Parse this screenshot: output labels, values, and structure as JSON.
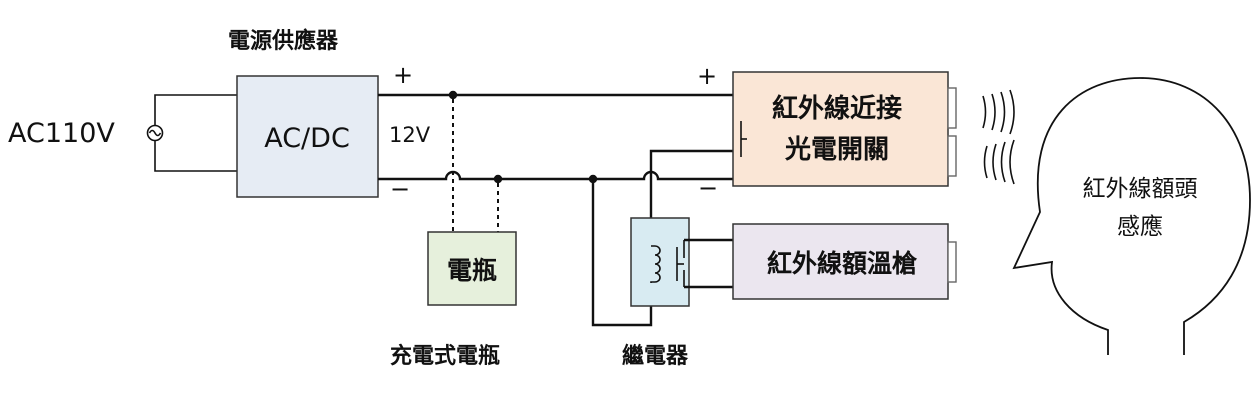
{
  "labels": {
    "power_supply_title": "電源供應器",
    "ac_input": "AC110V",
    "converter": "AC/DC",
    "voltage": "12V",
    "plus_left": "+",
    "minus_left": "−",
    "plus_right": "+",
    "minus_right": "−",
    "battery": "電瓶",
    "battery_caption": "充電式電瓶",
    "relay_caption": "繼電器",
    "sensor_line1": "紅外線近接",
    "sensor_line2": "光電開關",
    "thermometer": "紅外線額溫槍",
    "head_line1": "紅外線額頭",
    "head_line2": "感應"
  },
  "colors": {
    "power_supply_fill": "#e6ecf4",
    "battery_fill": "#e6f0dc",
    "relay_fill": "#d8ebf2",
    "sensor_fill": "#fae6d6",
    "thermometer_fill": "#ebe6ef",
    "line": "#111111"
  },
  "icons": [
    "ac-sine-icon",
    "switch-contact-icon",
    "relay-coil-icon",
    "infrared-waves-icon",
    "human-head-icon"
  ]
}
